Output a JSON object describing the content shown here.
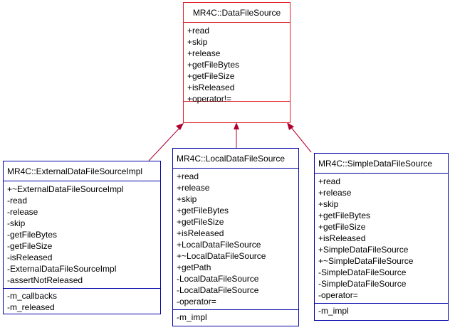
{
  "classes": {
    "base": {
      "name": "MR4C::DataFileSource",
      "operations": [
        "+read",
        "+skip",
        "+release",
        "+getFileBytes",
        "+getFileSize",
        "+isReleased",
        "+operator!="
      ],
      "attributes": []
    },
    "external": {
      "name": "MR4C::ExternalDataFileSourceImpl",
      "operations": [
        "+~ExternalDataFileSourceImpl",
        "-read",
        "-release",
        "-skip",
        "-getFileBytes",
        "-getFileSize",
        "-isReleased",
        "-ExternalDataFileSourceImpl",
        "-assertNotReleased"
      ],
      "attributes": [
        "-m_callbacks",
        "-m_released"
      ]
    },
    "local": {
      "name": "MR4C::LocalDataFileSource",
      "operations": [
        "+read",
        "+release",
        "+skip",
        "+getFileBytes",
        "+getFileSize",
        "+isReleased",
        "+LocalDataFileSource",
        "+~LocalDataFileSource",
        "+getPath",
        "-LocalDataFileSource",
        "-LocalDataFileSource",
        "-operator="
      ],
      "attributes": [
        "-m_impl"
      ]
    },
    "simple": {
      "name": "MR4C::SimpleDataFileSource",
      "operations": [
        "+read",
        "+release",
        "+skip",
        "+getFileBytes",
        "+getFileSize",
        "+isReleased",
        "+SimpleDataFileSource",
        "+~SimpleDataFileSource",
        "-SimpleDataFileSource",
        "-SimpleDataFileSource",
        "-operator="
      ],
      "attributes": [
        "-m_impl"
      ]
    }
  },
  "colors": {
    "base_border": "#e0202a",
    "class_border": "#0000a8",
    "inheritance_edge": "#b00030"
  }
}
